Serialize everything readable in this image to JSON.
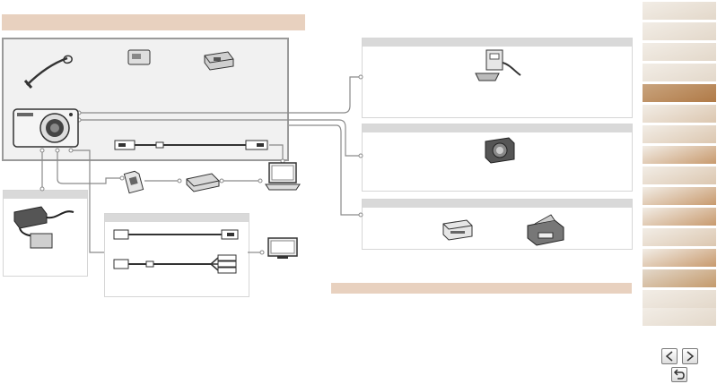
{
  "page": {
    "title": "",
    "description_band": ""
  },
  "colors": {
    "title_band": "#e8d1bf",
    "tab_light": "#e9e1d6",
    "tab_active": "#c49a6c",
    "tab_dark": "#b07a47",
    "frame_gray": "#9a9a9a",
    "line_gray": "#8a8a8a"
  },
  "sidebar": {
    "tabs": [
      {
        "name": "tab-1",
        "state": "light"
      },
      {
        "name": "tab-2",
        "state": "light"
      },
      {
        "name": "tab-3",
        "state": "light"
      },
      {
        "name": "tab-4",
        "state": "light"
      },
      {
        "name": "tab-5",
        "state": "active"
      },
      {
        "name": "tab-6",
        "state": "light"
      },
      {
        "name": "tab-7",
        "state": "light"
      },
      {
        "name": "tab-8",
        "state": "light"
      },
      {
        "name": "tab-9",
        "state": "light"
      },
      {
        "name": "tab-10",
        "state": "light"
      },
      {
        "name": "tab-11",
        "state": "light"
      },
      {
        "name": "tab-12",
        "state": "light"
      },
      {
        "name": "tab-13",
        "state": "light"
      },
      {
        "name": "tab-14",
        "state": "light"
      },
      {
        "name": "tab-15",
        "state": "light"
      }
    ]
  },
  "icons": {
    "camera": "camera-icon",
    "wrist_strap": "wrist-strap-icon",
    "battery": "battery-pack-icon",
    "charger": "battery-charger-icon",
    "ac_adapter": "ac-adapter-kit-icon",
    "memory_card": "memory-card-icon",
    "card_reader": "card-reader-icon",
    "computer": "laptop-icon",
    "tv": "tv-icon",
    "usb_cable": "usb-cable-icon",
    "hdmi_cable": "hdmi-cable-icon",
    "av_cable": "av-cable-icon",
    "flash": "flash-unit-icon",
    "waterproof_case": "waterproof-case-icon",
    "printer_compact": "compact-printer-icon",
    "printer_inkjet": "inkjet-printer-icon",
    "prev": "prev-page-icon",
    "next": "next-page-icon",
    "back": "return-icon"
  }
}
